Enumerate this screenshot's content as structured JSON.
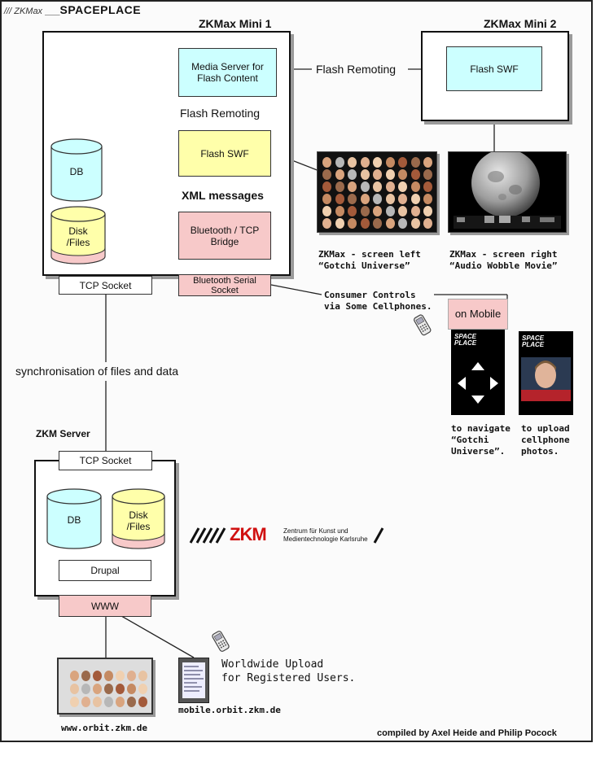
{
  "header": {
    "prefix": "/// ZKMax",
    "sep": "___",
    "name": "SPACEPLACE"
  },
  "mini1": {
    "title": "ZKMax  Mini 1",
    "media_server": "Media Server for Flash Content",
    "flash_remoting_inner": "Flash Remoting",
    "flash_swf": "Flash SWF",
    "xml_messages": "XML messages",
    "bluetooth_bridge": "Bluetooth / TCP Bridge",
    "bluetooth_socket": "Bluetooth Serial Socket",
    "tcp_socket": "TCP Socket",
    "db": "DB",
    "disk": "Disk /Files"
  },
  "flash_remoting_outer": "Flash Remoting",
  "mini2": {
    "title": "ZKMax  Mini 2",
    "flash_swf": "Flash SWF"
  },
  "screens": {
    "left_caption_1": "ZKMax - screen left",
    "left_caption_2": "“Gotchi Universe”",
    "right_caption_1": "ZKMax - screen right",
    "right_caption_2": "“Audio Wobble Movie”"
  },
  "consumer": {
    "line1": "Consumer Controls",
    "line2": "via Some Cellphones.",
    "on_mobile": "on Mobile",
    "phone_logo": "SPACE PLACE",
    "nav_caption_1": "to navigate",
    "nav_caption_2": "“Gotchi",
    "nav_caption_3": "Universe”.",
    "upload_caption_1": "to upload",
    "upload_caption_2": "cellphone",
    "upload_caption_3": "photos."
  },
  "sync": "synchronisation of files and data",
  "server": {
    "title": "ZKM Server",
    "tcp_socket": "TCP Socket",
    "db": "DB",
    "disk": "Disk /Files",
    "drupal": "Drupal",
    "www": "WWW"
  },
  "zkm_logo": {
    "mark": "ZKM",
    "line1": "Zentrum für Kunst und",
    "line2": "Medientechnologie Karlsruhe"
  },
  "web": {
    "site": "www.orbit.zkm.de",
    "mobile_site": "mobile.orbit.zkm.de",
    "upload_1": "Worldwide Upload",
    "upload_2": "for Registered Users."
  },
  "credits": "compiled by Axel Heide and Philip Pocock"
}
